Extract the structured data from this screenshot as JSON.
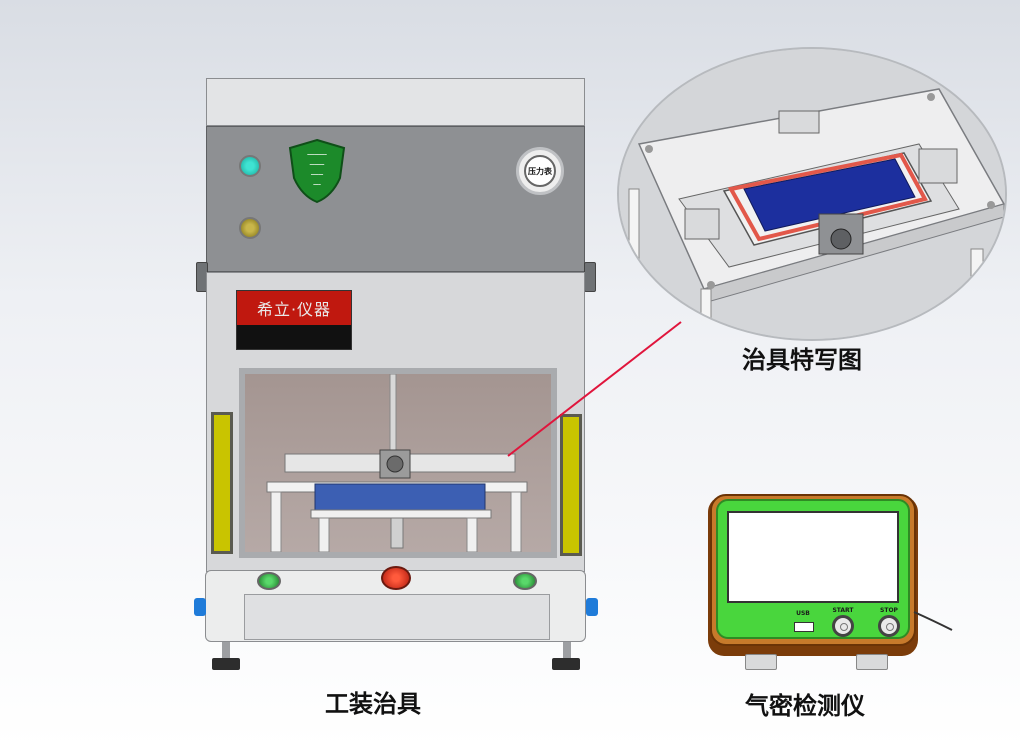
{
  "captions": {
    "fixture": "工装治具",
    "closeup": "治具特写图",
    "tester": "气密检测仪"
  },
  "fixture_panel": {
    "brand_plate": "希立·仪器",
    "gauge_label": "压力表"
  },
  "tester_panel": {
    "usb_label": "USB",
    "start_label": "START",
    "stop_label": "STOP"
  },
  "colors": {
    "accent_leader_line": "#e0153c",
    "brand_plate_red": "#c0180f",
    "tester_green": "#49d63d",
    "tester_orange": "#c77a2b"
  }
}
